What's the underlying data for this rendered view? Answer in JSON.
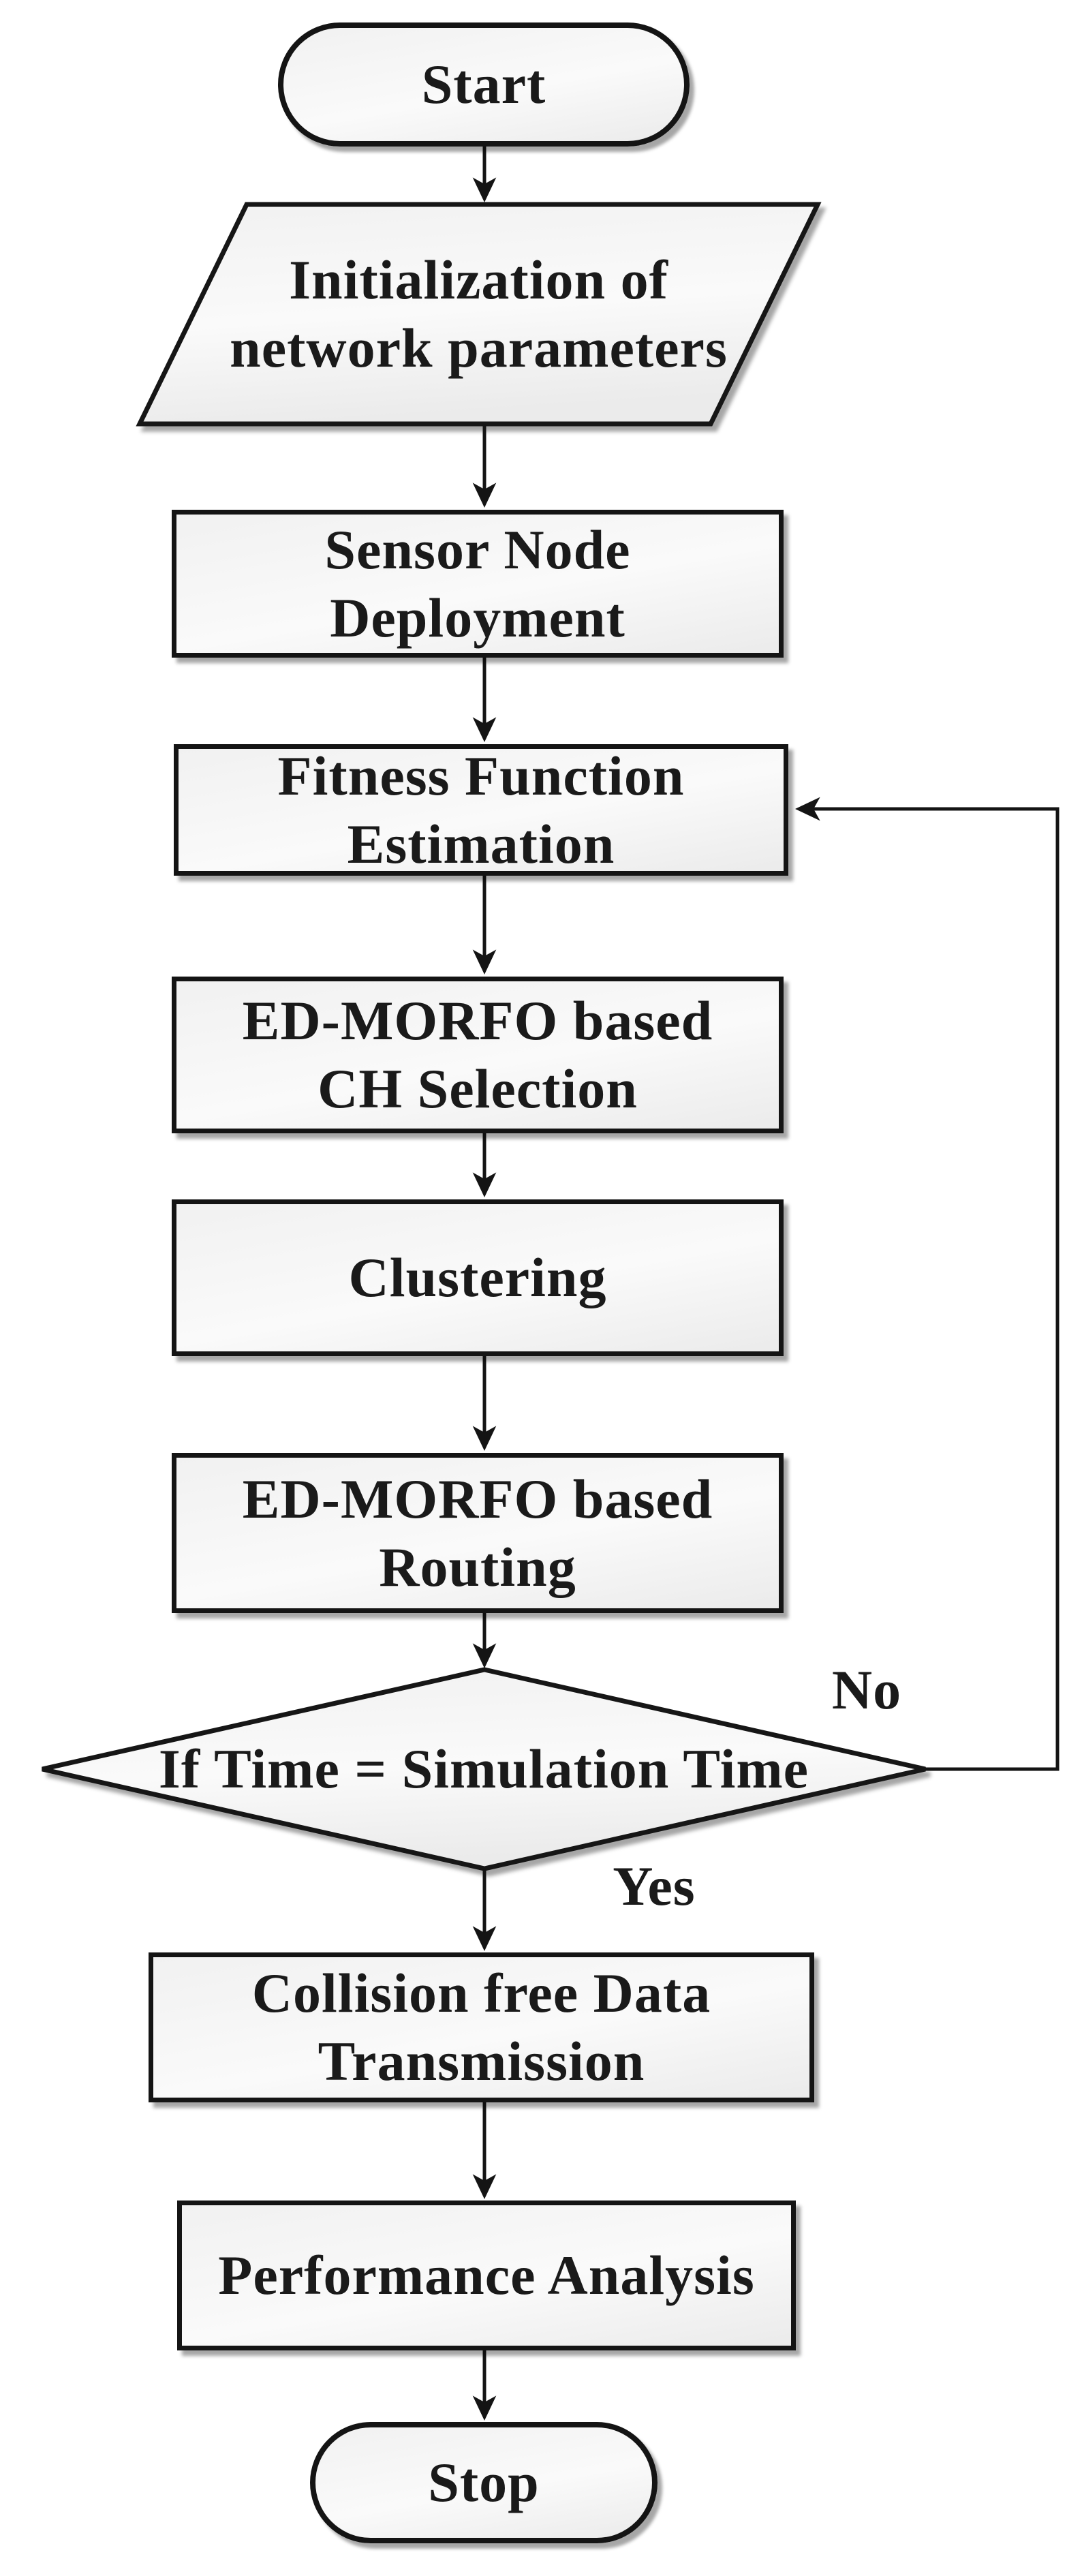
{
  "diagram": {
    "type": "flowchart",
    "description": "Simulation process flowchart with ED-MORFO based clustering and routing"
  },
  "palette": {
    "background": "#ffffff",
    "node_fill_top": "#f1f1f1",
    "node_fill_bottom": "#ebebeb",
    "border": "#141414",
    "text": "#1a1a1a",
    "arrow": "#141414"
  },
  "nodes": [
    {
      "id": "start",
      "type": "terminator",
      "label": "Start"
    },
    {
      "id": "init",
      "type": "input-output",
      "label": "Initialization of\nnetwork parameters"
    },
    {
      "id": "deploy",
      "type": "process",
      "label": "Sensor Node\nDeployment"
    },
    {
      "id": "fitness",
      "type": "process",
      "label": "Fitness Function\nEstimation"
    },
    {
      "id": "ch_selection",
      "type": "process",
      "label": "ED-MORFO based\nCH Selection"
    },
    {
      "id": "clustering",
      "type": "process",
      "label": "Clustering"
    },
    {
      "id": "routing",
      "type": "process",
      "label": "ED-MORFO based\nRouting"
    },
    {
      "id": "decision",
      "type": "decision",
      "label": "If Time = Simulation Time"
    },
    {
      "id": "collision",
      "type": "process",
      "label": "Collision free Data\nTransmission"
    },
    {
      "id": "performance",
      "type": "process",
      "label": "Performance Analysis"
    },
    {
      "id": "stop",
      "type": "terminator",
      "label": "Stop"
    }
  ],
  "edges": [
    {
      "from": "start",
      "to": "init"
    },
    {
      "from": "init",
      "to": "deploy"
    },
    {
      "from": "deploy",
      "to": "fitness"
    },
    {
      "from": "fitness",
      "to": "ch_selection"
    },
    {
      "from": "ch_selection",
      "to": "clustering"
    },
    {
      "from": "clustering",
      "to": "routing"
    },
    {
      "from": "routing",
      "to": "decision"
    },
    {
      "from": "decision",
      "to": "collision",
      "label": "Yes"
    },
    {
      "from": "decision",
      "to": "fitness",
      "label": "No"
    },
    {
      "from": "collision",
      "to": "performance"
    },
    {
      "from": "performance",
      "to": "stop"
    }
  ]
}
